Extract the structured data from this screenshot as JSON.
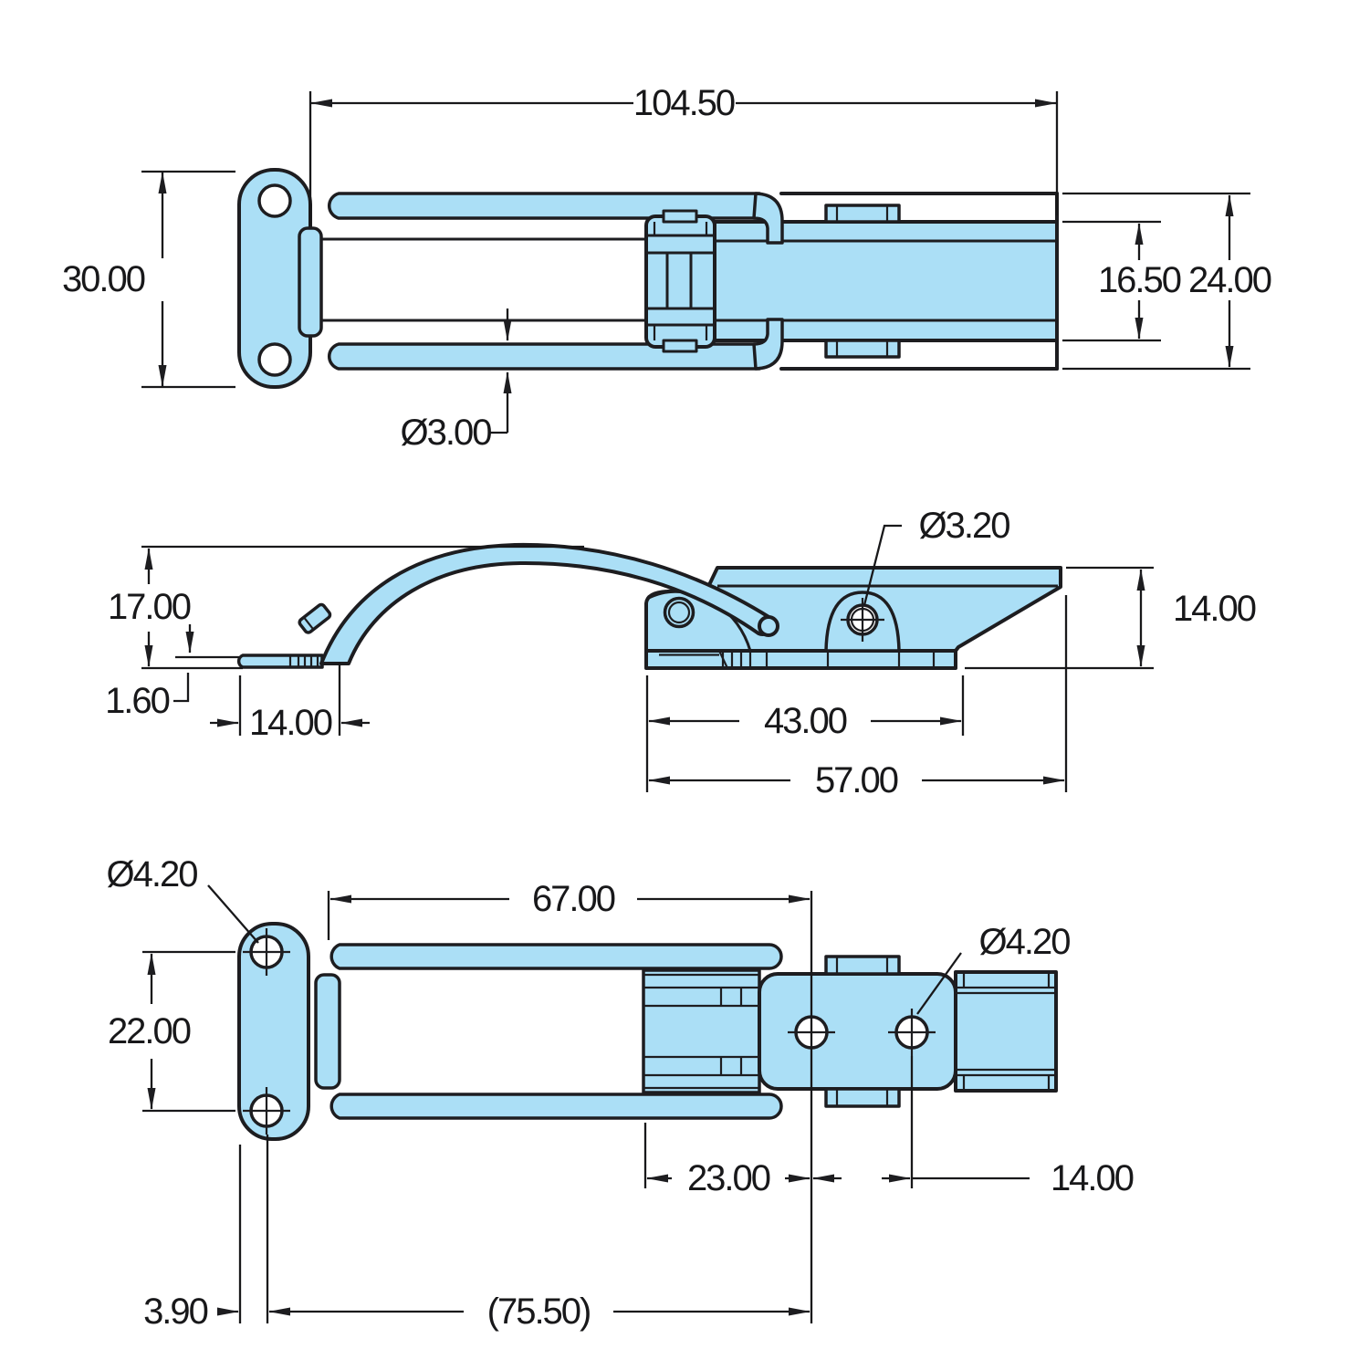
{
  "drawing": {
    "colors": {
      "part_fill": "#abdff6",
      "line": "#1d1d20",
      "dimension_text": "#18181a",
      "background": "#ffffff"
    },
    "views": {
      "top": {
        "overall_length": "104.50",
        "bracket_height": "30.00",
        "catch_plate_width": "16.50",
        "overall_width": "24.00",
        "wire_diameter": "Ø3.00"
      },
      "side": {
        "overall_height": "17.00",
        "hook_plate_thickness": "1.60",
        "hook_length": "14.00",
        "rivet_hole_diameter": "Ø3.20",
        "catch_height": "14.00",
        "mount_hole_spacing": "43.00",
        "catch_length": "57.00"
      },
      "bottom": {
        "bracket_hole_diameter": "Ø4.20",
        "loop_length": "67.00",
        "bracket_hole_spacing": "22.00",
        "catch_hole_diameter": "Ø4.20",
        "catch_hole_offset": "23.00",
        "catch_hole_pitch": "14.00",
        "bracket_edge_offset": "3.90",
        "reference_length": "(75.50)"
      }
    }
  }
}
